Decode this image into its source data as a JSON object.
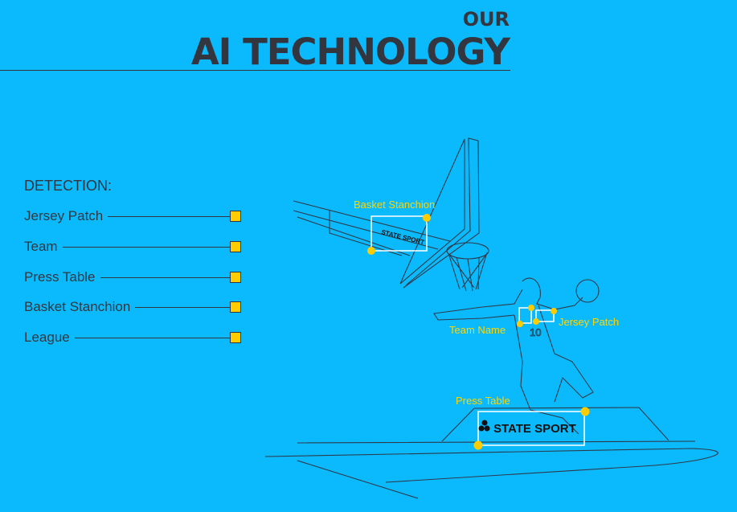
{
  "header": {
    "eyebrow": "OUR",
    "title": "AI TECHNOLOGY"
  },
  "detection": {
    "heading": "DETECTION:",
    "items": [
      {
        "label": "Jersey Patch"
      },
      {
        "label": "Team"
      },
      {
        "label": "Press Table"
      },
      {
        "label": "Basket Stanchion"
      },
      {
        "label": "League"
      }
    ]
  },
  "illustration": {
    "labels": {
      "basket_stanchion": "Basket Stanchion",
      "team_name": "Team Name",
      "jersey_patch": "Jersey Patch",
      "press_table": "Press Table"
    },
    "brand_text": "STATE SPORT",
    "jersey_number": "10"
  },
  "colors": {
    "background": "#0bbafd",
    "text": "#33363f",
    "marker": "#ffcc00"
  }
}
